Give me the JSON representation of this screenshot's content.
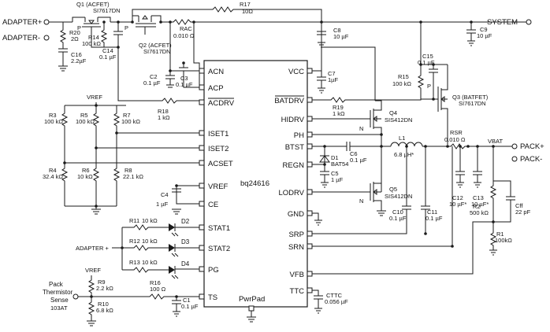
{
  "chip": {
    "name": "bq24616",
    "pad": "PwrPad"
  },
  "pins_left": [
    "ACN",
    "ACP",
    "ACDRV",
    "ISET1",
    "ISET2",
    "ACSET",
    "VREF",
    "CE",
    "STAT1",
    "STAT2",
    "PG",
    "TS"
  ],
  "pins_right": [
    "VCC",
    "BATDRV",
    "HIDRV",
    "PH",
    "BTST",
    "REGN",
    "LODRV",
    "GND",
    "SRP",
    "SRN",
    "VFB",
    "TTC"
  ],
  "ports": {
    "adapter_pos": "ADAPTER+",
    "adapter_neg": "ADAPTER-",
    "system": "SYSTEM",
    "pack_pos": "PACK+",
    "pack_neg": "PACK-",
    "vbat": "VBAT",
    "adapter_plus": "ADAPTER +",
    "vref_a": "VREF",
    "vref_b": "VREF"
  },
  "parts": {
    "q1": [
      "Q1 (ACFET)",
      "SI7617DN"
    ],
    "q2": [
      "Q2 (ACFET)",
      "SI7617DN"
    ],
    "q3": [
      "Q3 (BATFET)",
      "SI7617DN"
    ],
    "q4": [
      "Q4",
      "SIS412DN"
    ],
    "q5": [
      "Q5",
      "SIS412DN"
    ],
    "r17": [
      "R17",
      "10Ω"
    ],
    "r20": [
      "R20",
      "2Ω"
    ],
    "r14": [
      "R14",
      "100 kΩ"
    ],
    "c14": [
      "C14",
      "0.1 µF"
    ],
    "c16": [
      "C16",
      "2.2µF"
    ],
    "rac": [
      "RAC",
      "0.010 Ω"
    ],
    "c8": [
      "C8",
      "10 µF"
    ],
    "c9": [
      "C9",
      "10 µF"
    ],
    "c2": [
      "C2",
      "0.1 µF"
    ],
    "c3": [
      "C3",
      "0.1 µF"
    ],
    "c7": [
      "C7",
      "1µF"
    ],
    "c15": [
      "C15",
      "0.1 µF"
    ],
    "r15": [
      "R15",
      "100 kΩ"
    ],
    "r18": [
      "R18",
      "1 kΩ"
    ],
    "r19": [
      "R19",
      "1 kΩ"
    ],
    "r3": [
      "R3",
      "100 kΩ"
    ],
    "r5": [
      "R5",
      "100 kΩ"
    ],
    "r7": [
      "R7",
      "100 kΩ"
    ],
    "r4": [
      "R4",
      "32.4 kΩ"
    ],
    "r6": [
      "R6",
      "10 kΩ"
    ],
    "r8": [
      "R8",
      "22.1 kΩ"
    ],
    "c4": [
      "C4",
      "1 µF"
    ],
    "d1": [
      "D1",
      "BAT54"
    ],
    "c6": [
      "C6",
      "0.1 µF"
    ],
    "c5": [
      "C5",
      "1 µF"
    ],
    "l1": [
      "L1",
      "6.8 µH*"
    ],
    "rsr": [
      "RSR",
      "0.010 Ω"
    ],
    "c12": [
      "C12",
      "10 µF*"
    ],
    "c13": [
      "C13",
      "10 µF*"
    ],
    "c10": [
      "C10",
      "0.1 µF"
    ],
    "c11": [
      "C11",
      "0.1 µF"
    ],
    "r2": [
      "R2",
      "500 kΩ"
    ],
    "cff": [
      "Cff",
      "22 pF"
    ],
    "r1": [
      "R1",
      "100kΩ"
    ],
    "r11": [
      "R11",
      "10 kΩ"
    ],
    "r12": [
      "R12",
      "10 kΩ"
    ],
    "r13": [
      "R13",
      "10 kΩ"
    ],
    "d2": "D2",
    "d3": "D3",
    "d4": "D4",
    "r9": [
      "R9",
      "2.2 kΩ"
    ],
    "r10": [
      "R10",
      "6.8 kΩ"
    ],
    "r16": [
      "R16",
      "100 Ω"
    ],
    "c1": [
      "C1",
      "0.1 µF"
    ],
    "cttc": [
      "CTTC",
      "0.056 µF"
    ],
    "thermistor": [
      "Pack",
      "Thermistor",
      "Sense",
      "103AT"
    ],
    "p_label": "P",
    "n_label": "N"
  }
}
